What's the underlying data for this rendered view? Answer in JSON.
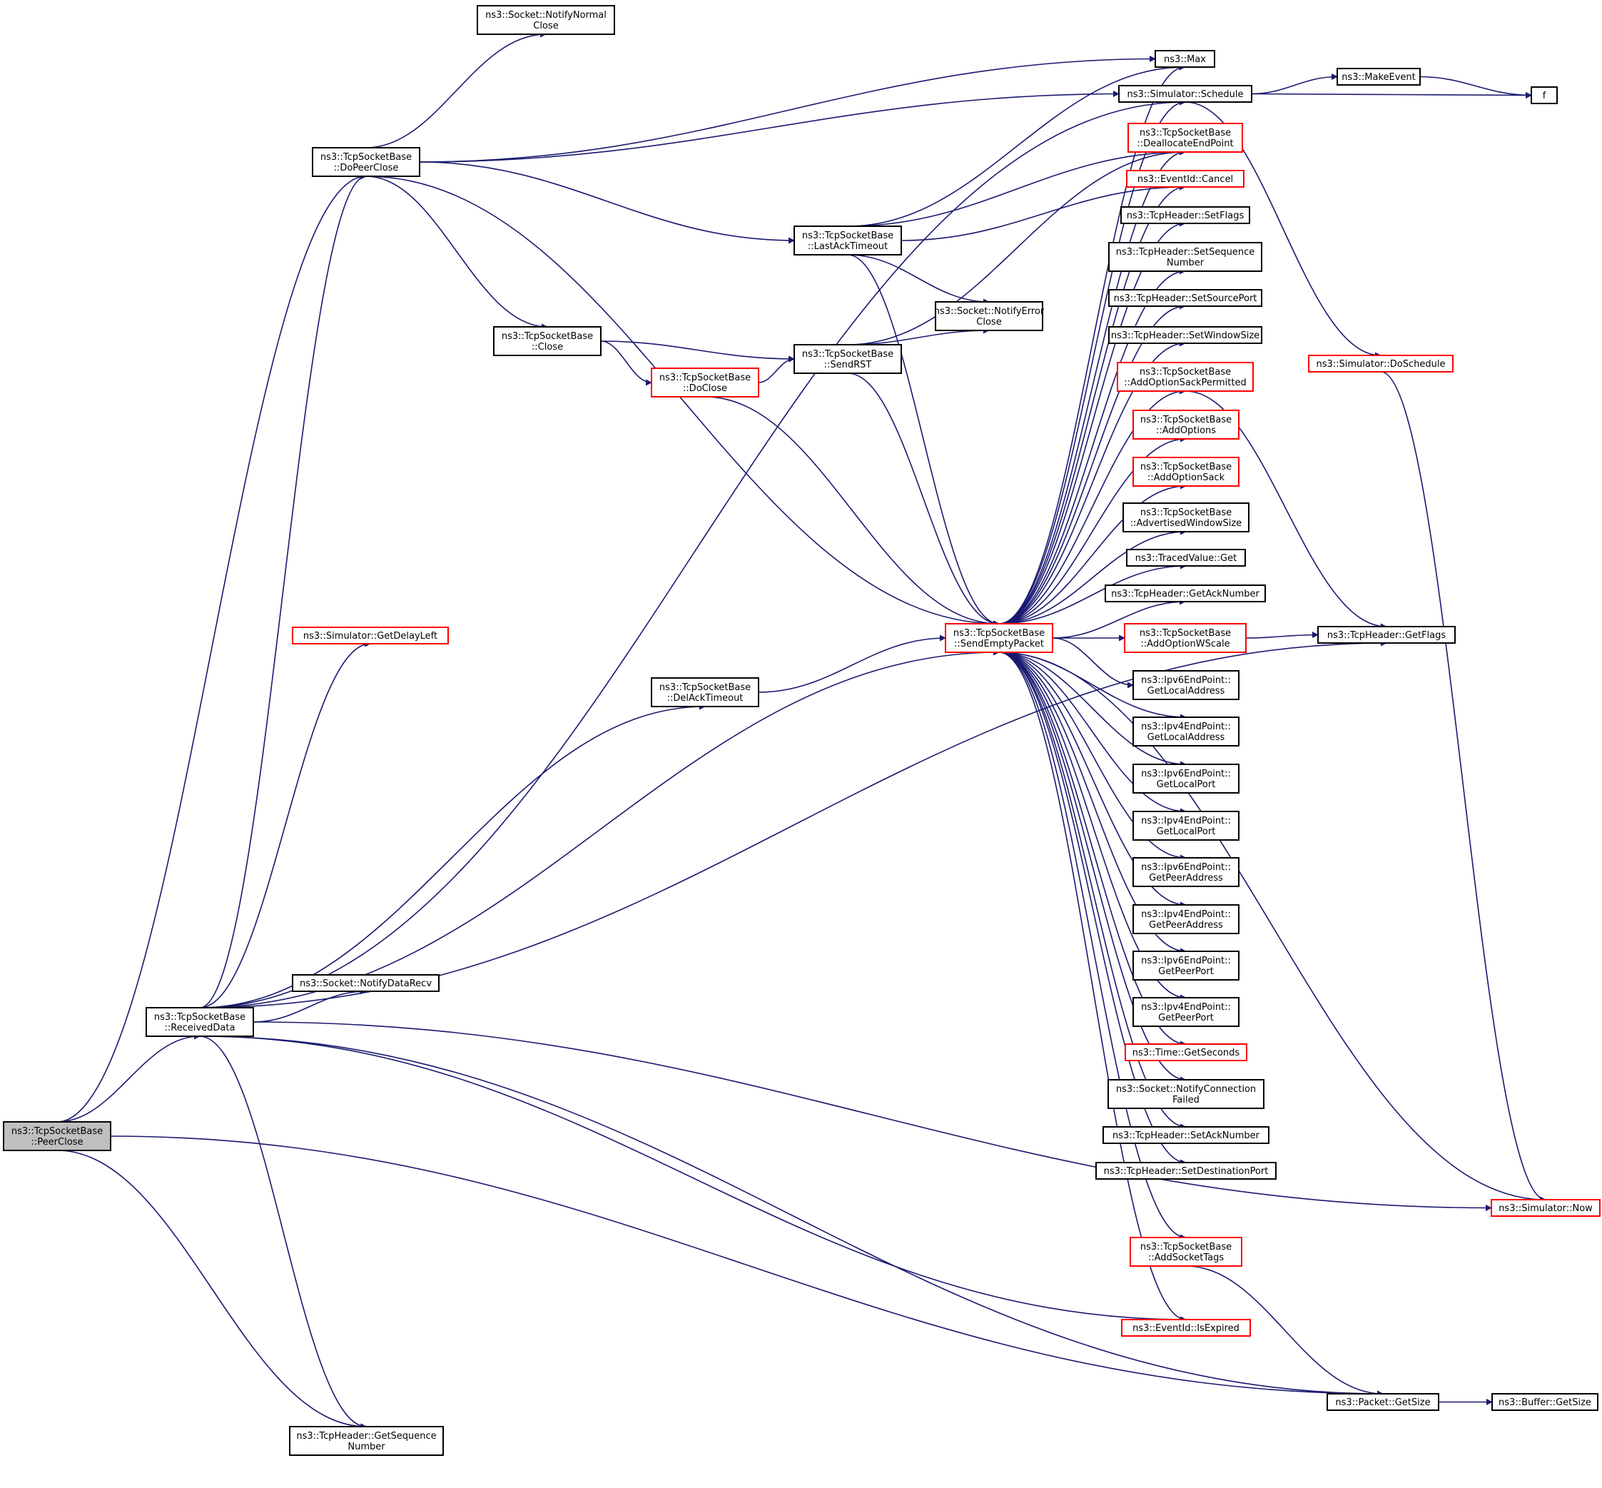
{
  "graph": {
    "edge_color": "#191970",
    "highlight_color": "#bfbfbf",
    "link_border_red": "#ff0000",
    "nodes": [
      {
        "id": "peerclose",
        "lines": [
          "ns3::TcpSocketBase",
          "::PeerClose"
        ],
        "current": true
      },
      {
        "id": "receiveddata",
        "lines": [
          "ns3::TcpSocketBase",
          "::ReceivedData"
        ]
      },
      {
        "id": "dopeerclose",
        "lines": [
          "ns3::TcpSocketBase",
          "::DoPeerClose"
        ]
      },
      {
        "id": "notifynormalclose",
        "lines": [
          "ns3::Socket::NotifyNormal",
          "Close"
        ]
      },
      {
        "id": "getdelayleft",
        "lines": [
          "ns3::Simulator::GetDelayLeft"
        ],
        "red": true
      },
      {
        "id": "close",
        "lines": [
          "ns3::TcpSocketBase",
          "::Close"
        ]
      },
      {
        "id": "doclose",
        "lines": [
          "ns3::TcpSocketBase",
          "::DoClose"
        ],
        "red": true
      },
      {
        "id": "sendrst",
        "lines": [
          "ns3::TcpSocketBase",
          "::SendRST"
        ]
      },
      {
        "id": "lastacktimeout",
        "lines": [
          "ns3::TcpSocketBase",
          "::LastAckTimeout"
        ]
      },
      {
        "id": "notifyerrorclose",
        "lines": [
          "ns3::Socket::NotifyError",
          "Close"
        ]
      },
      {
        "id": "delacktimeout",
        "lines": [
          "ns3::TcpSocketBase",
          "::DelAckTimeout"
        ]
      },
      {
        "id": "notifydatarecv",
        "lines": [
          "ns3::Socket::NotifyDataRecv"
        ]
      },
      {
        "id": "sendemptypacket",
        "lines": [
          "ns3::TcpSocketBase",
          "::SendEmptyPacket"
        ],
        "red": true
      },
      {
        "id": "getsequencenumber",
        "lines": [
          "ns3::TcpHeader::GetSequence",
          "Number"
        ]
      },
      {
        "id": "max",
        "lines": [
          "ns3::Max"
        ]
      },
      {
        "id": "schedule",
        "lines": [
          "ns3::Simulator::Schedule"
        ]
      },
      {
        "id": "deallocateendpoint",
        "lines": [
          "ns3::TcpSocketBase",
          "::DeallocateEndPoint"
        ],
        "red": true
      },
      {
        "id": "cancel",
        "lines": [
          "ns3::EventId::Cancel"
        ],
        "red": true
      },
      {
        "id": "setflags",
        "lines": [
          "ns3::TcpHeader::SetFlags"
        ]
      },
      {
        "id": "setsequencenumber",
        "lines": [
          "ns3::TcpHeader::SetSequence",
          "Number"
        ]
      },
      {
        "id": "setsourceport",
        "lines": [
          "ns3::TcpHeader::SetSourcePort"
        ]
      },
      {
        "id": "setwindowsize",
        "lines": [
          "ns3::TcpHeader::SetWindowSize"
        ]
      },
      {
        "id": "addoptionsackpermitted",
        "lines": [
          "ns3::TcpSocketBase",
          "::AddOptionSackPermitted"
        ],
        "red": true
      },
      {
        "id": "addoptions",
        "lines": [
          "ns3::TcpSocketBase",
          "::AddOptions"
        ],
        "red": true
      },
      {
        "id": "addoptionsack",
        "lines": [
          "ns3::TcpSocketBase",
          "::AddOptionSack"
        ],
        "red": true
      },
      {
        "id": "advertisedwindowsize",
        "lines": [
          "ns3::TcpSocketBase",
          "::AdvertisedWindowSize"
        ]
      },
      {
        "id": "tracedvalueget",
        "lines": [
          "ns3::TracedValue::Get"
        ]
      },
      {
        "id": "getacknumber",
        "lines": [
          "ns3::TcpHeader::GetAckNumber"
        ]
      },
      {
        "id": "addoptionwscale",
        "lines": [
          "ns3::TcpSocketBase",
          "::AddOptionWScale"
        ],
        "red": true
      },
      {
        "id": "ipv6getlocaladdress",
        "lines": [
          "ns3::Ipv6EndPoint::",
          "GetLocalAddress"
        ]
      },
      {
        "id": "ipv4getlocaladdress",
        "lines": [
          "ns3::Ipv4EndPoint::",
          "GetLocalAddress"
        ]
      },
      {
        "id": "ipv6getlocalport",
        "lines": [
          "ns3::Ipv6EndPoint::",
          "GetLocalPort"
        ]
      },
      {
        "id": "ipv4getlocalport",
        "lines": [
          "ns3::Ipv4EndPoint::",
          "GetLocalPort"
        ]
      },
      {
        "id": "ipv6getpeeraddress",
        "lines": [
          "ns3::Ipv6EndPoint::",
          "GetPeerAddress"
        ]
      },
      {
        "id": "ipv4getpeeraddress",
        "lines": [
          "ns3::Ipv4EndPoint::",
          "GetPeerAddress"
        ]
      },
      {
        "id": "ipv6getpeerport",
        "lines": [
          "ns3::Ipv6EndPoint::",
          "GetPeerPort"
        ]
      },
      {
        "id": "ipv4getpeerport",
        "lines": [
          "ns3::Ipv4EndPoint::",
          "GetPeerPort"
        ]
      },
      {
        "id": "getseconds",
        "lines": [
          "ns3::Time::GetSeconds"
        ],
        "red": true
      },
      {
        "id": "notifyconnectionfailed",
        "lines": [
          "ns3::Socket::NotifyConnection",
          "Failed"
        ]
      },
      {
        "id": "setacknumber",
        "lines": [
          "ns3::TcpHeader::SetAckNumber"
        ]
      },
      {
        "id": "setdestinationport",
        "lines": [
          "ns3::TcpHeader::SetDestinationPort"
        ]
      },
      {
        "id": "addsockettags",
        "lines": [
          "ns3::TcpSocketBase",
          "::AddSocketTags"
        ],
        "red": true
      },
      {
        "id": "isexpired",
        "lines": [
          "ns3::EventId::IsExpired"
        ],
        "red": true
      },
      {
        "id": "makeevent",
        "lines": [
          "ns3::MakeEvent"
        ]
      },
      {
        "id": "f",
        "lines": [
          "f"
        ]
      },
      {
        "id": "doschedule",
        "lines": [
          "ns3::Simulator::DoSchedule"
        ],
        "red": true
      },
      {
        "id": "getflags",
        "lines": [
          "ns3::TcpHeader::GetFlags"
        ]
      },
      {
        "id": "now",
        "lines": [
          "ns3::Simulator::Now"
        ],
        "red": true
      },
      {
        "id": "packetgetsize",
        "lines": [
          "ns3::Packet::GetSize"
        ]
      },
      {
        "id": "buffergetsize",
        "lines": [
          "ns3::Buffer::GetSize"
        ]
      }
    ],
    "edges": [
      [
        "peerclose",
        "receiveddata"
      ],
      [
        "peerclose",
        "dopeerclose"
      ],
      [
        "peerclose",
        "getsequencenumber"
      ],
      [
        "peerclose",
        "packetgetsize"
      ],
      [
        "receiveddata",
        "dopeerclose"
      ],
      [
        "receiveddata",
        "getdelayleft"
      ],
      [
        "receiveddata",
        "schedule"
      ],
      [
        "receiveddata",
        "delacktimeout"
      ],
      [
        "receiveddata",
        "notifydatarecv"
      ],
      [
        "receiveddata",
        "sendemptypacket"
      ],
      [
        "receiveddata",
        "getflags"
      ],
      [
        "receiveddata",
        "isexpired"
      ],
      [
        "receiveddata",
        "now"
      ],
      [
        "receiveddata",
        "packetgetsize"
      ],
      [
        "receiveddata",
        "getsequencenumber"
      ],
      [
        "dopeerclose",
        "notifynormalclose"
      ],
      [
        "dopeerclose",
        "max"
      ],
      [
        "dopeerclose",
        "schedule"
      ],
      [
        "dopeerclose",
        "lastacktimeout"
      ],
      [
        "dopeerclose",
        "close"
      ],
      [
        "dopeerclose",
        "sendemptypacket"
      ],
      [
        "close",
        "sendrst"
      ],
      [
        "close",
        "doclose"
      ],
      [
        "doclose",
        "sendrst"
      ],
      [
        "doclose",
        "sendemptypacket"
      ],
      [
        "sendrst",
        "notifyerrorclose"
      ],
      [
        "sendrst",
        "sendemptypacket"
      ],
      [
        "sendrst",
        "deallocateendpoint"
      ],
      [
        "lastacktimeout",
        "max"
      ],
      [
        "lastacktimeout",
        "deallocateendpoint"
      ],
      [
        "lastacktimeout",
        "cancel"
      ],
      [
        "lastacktimeout",
        "notifyerrorclose"
      ],
      [
        "lastacktimeout",
        "sendemptypacket"
      ],
      [
        "delacktimeout",
        "sendemptypacket"
      ],
      [
        "sendemptypacket",
        "max"
      ],
      [
        "sendemptypacket",
        "schedule"
      ],
      [
        "sendemptypacket",
        "deallocateendpoint"
      ],
      [
        "sendemptypacket",
        "cancel"
      ],
      [
        "sendemptypacket",
        "setflags"
      ],
      [
        "sendemptypacket",
        "setsequencenumber"
      ],
      [
        "sendemptypacket",
        "setsourceport"
      ],
      [
        "sendemptypacket",
        "setwindowsize"
      ],
      [
        "sendemptypacket",
        "addoptionsackpermitted"
      ],
      [
        "sendemptypacket",
        "addoptions"
      ],
      [
        "sendemptypacket",
        "addoptionsack"
      ],
      [
        "sendemptypacket",
        "advertisedwindowsize"
      ],
      [
        "sendemptypacket",
        "tracedvalueget"
      ],
      [
        "sendemptypacket",
        "getacknumber"
      ],
      [
        "sendemptypacket",
        "addoptionwscale"
      ],
      [
        "sendemptypacket",
        "ipv6getlocaladdress"
      ],
      [
        "sendemptypacket",
        "ipv4getlocaladdress"
      ],
      [
        "sendemptypacket",
        "ipv6getlocalport"
      ],
      [
        "sendemptypacket",
        "ipv4getlocalport"
      ],
      [
        "sendemptypacket",
        "ipv6getpeeraddress"
      ],
      [
        "sendemptypacket",
        "ipv4getpeeraddress"
      ],
      [
        "sendemptypacket",
        "ipv6getpeerport"
      ],
      [
        "sendemptypacket",
        "ipv4getpeerport"
      ],
      [
        "sendemptypacket",
        "getseconds"
      ],
      [
        "sendemptypacket",
        "notifyconnectionfailed"
      ],
      [
        "sendemptypacket",
        "setacknumber"
      ],
      [
        "sendemptypacket",
        "setdestinationport"
      ],
      [
        "sendemptypacket",
        "now"
      ],
      [
        "sendemptypacket",
        "addsockettags"
      ],
      [
        "sendemptypacket",
        "isexpired"
      ],
      [
        "schedule",
        "makeevent"
      ],
      [
        "schedule",
        "f"
      ],
      [
        "schedule",
        "doschedule"
      ],
      [
        "makeevent",
        "f"
      ],
      [
        "doschedule",
        "now"
      ],
      [
        "addoptionsackpermitted",
        "getflags"
      ],
      [
        "addoptionwscale",
        "getflags"
      ],
      [
        "addsockettags",
        "packetgetsize"
      ],
      [
        "packetgetsize",
        "buffergetsize"
      ]
    ]
  }
}
